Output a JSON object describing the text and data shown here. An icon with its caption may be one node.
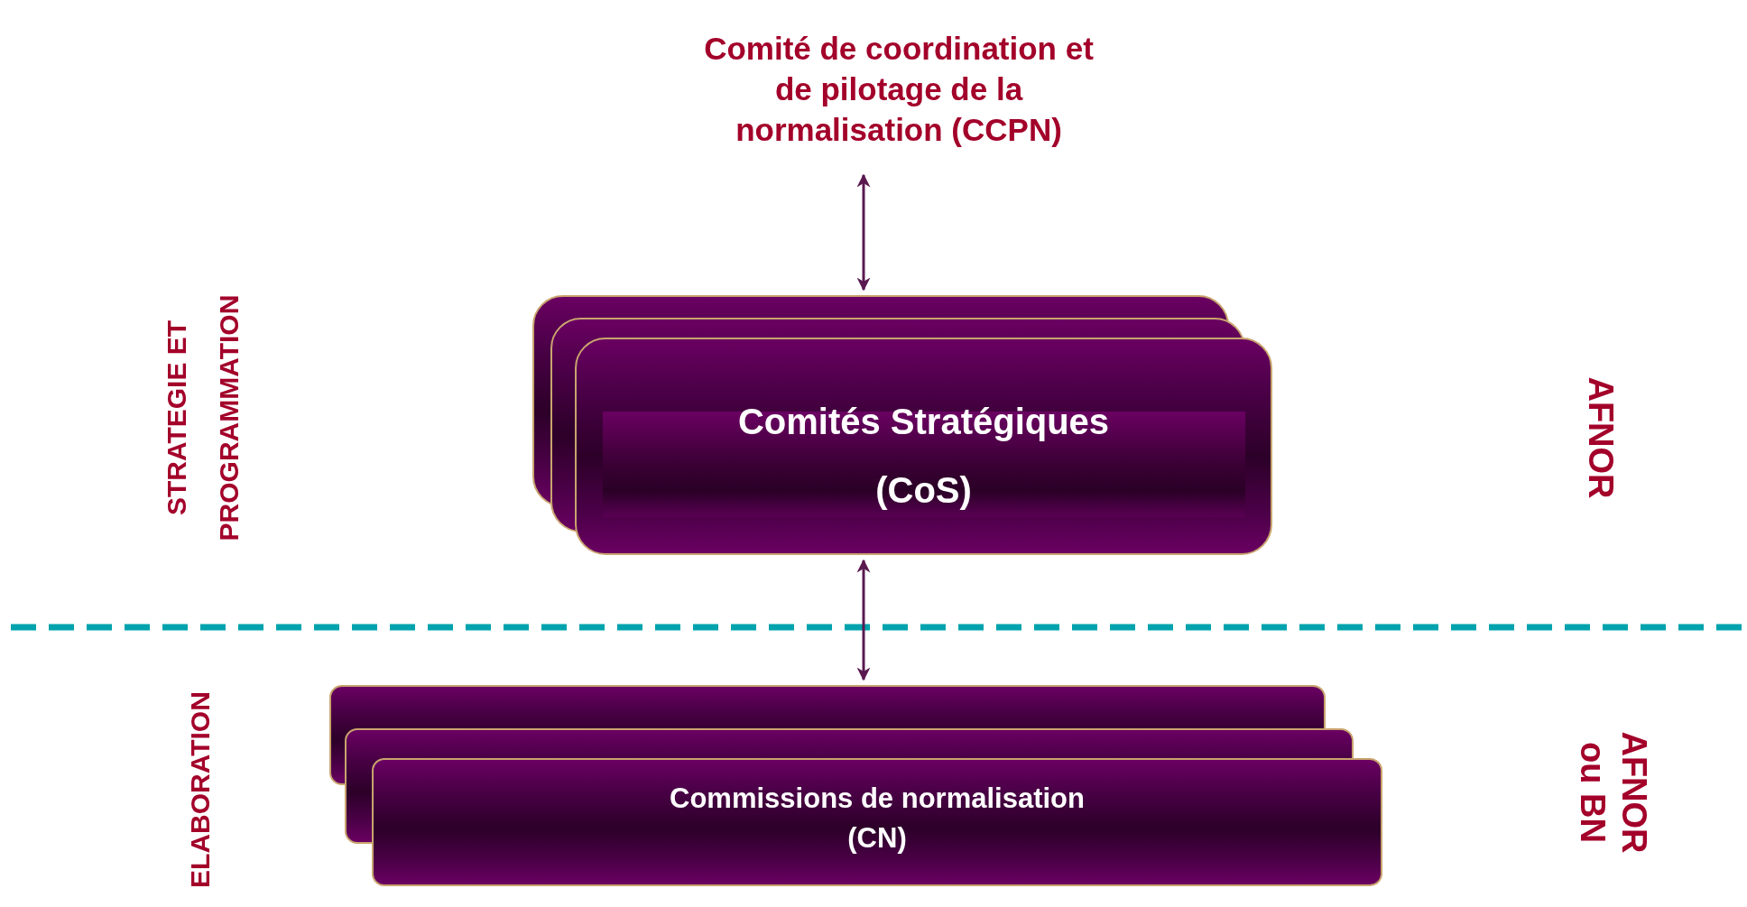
{
  "diagram": {
    "nodes": [
      {
        "text": [
          "Comité de coordination et de pilotage de la normalisation (CCPN)"
        ]
      },
      {
        "text": [
          "Comités Stratégiques",
          "(CoS)"
        ]
      },
      {
        "text": [
          "Commissions de normalisation",
          "(CN)"
        ]
      }
    ],
    "edges": [
      {
        "from": 0,
        "to": 1,
        "arrow": "both"
      },
      {
        "from": 1,
        "to": 2,
        "arrow": "both"
      }
    ],
    "labels": [
      "STRATEGIE ET PROGRAMMATION",
      "AFNOR",
      "ELABORATION",
      "AFNOR ou BN"
    ]
  }
}
